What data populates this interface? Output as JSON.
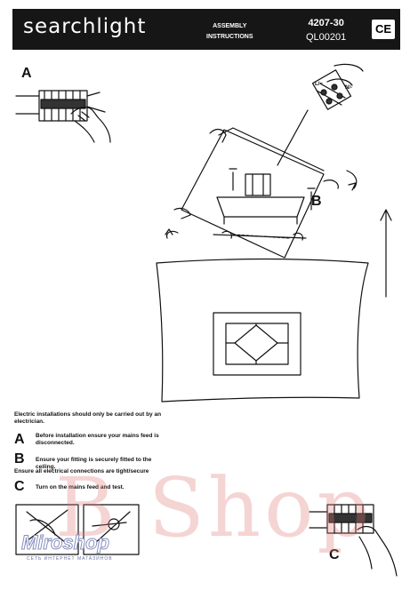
{
  "header": {
    "brand": "searchlight",
    "title_line1": "ASSEMBLY",
    "title_line2": "INSTRUCTIONS",
    "model": "4207-30",
    "code": "QL00201",
    "ce": "CE"
  },
  "diagram": {
    "label_a": "A",
    "label_b": "B",
    "label_c": "C",
    "terminal_l": "L/~",
    "terminal_n": "N/-"
  },
  "instructions": {
    "warning": "Electric installations should only be carried out by an electrician.",
    "a_letter": "A",
    "a_text": "Before installation ensure your mains feed is disconnected.",
    "b_letter": "B",
    "b_text": "Ensure your fitting is securely fitted to the ceiling.",
    "all_connections": "Ensure all electrical connections are tight/secure",
    "c_letter": "C",
    "c_text": "Turn on the mains feed and test."
  },
  "watermark": {
    "main": "B Shop",
    "logo": "Miroshop",
    "logo_sub": "СЕТЬ ИНТЕРНЕТ МАГАЗИНОВ"
  }
}
